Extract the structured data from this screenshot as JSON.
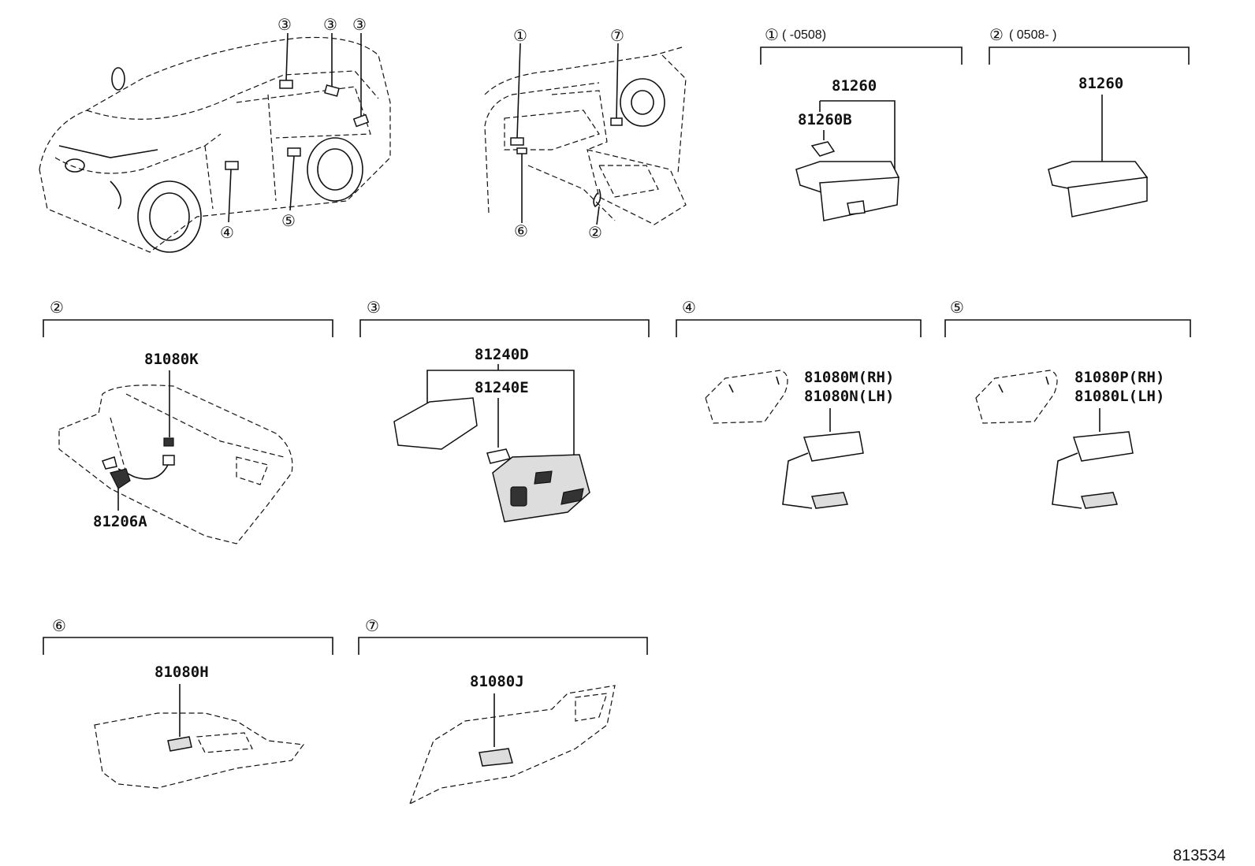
{
  "callouts": {
    "c1": "①",
    "c2": "②",
    "c3": "③",
    "c4": "④",
    "c5": "⑤",
    "c6": "⑥",
    "c7": "⑦"
  },
  "groups": {
    "g1": {
      "marker": "①",
      "range": "(        -0508)"
    },
    "g2": {
      "marker": "②",
      "range": "( 0508-        )"
    },
    "g3": {
      "marker": "②"
    },
    "g4": {
      "marker": "③"
    },
    "g5": {
      "marker": "④"
    },
    "g6": {
      "marker": "⑤"
    },
    "g7": {
      "marker": "⑥"
    },
    "g8": {
      "marker": "⑦"
    }
  },
  "parts": {
    "p81260a": "81260",
    "p81260b": "81260B",
    "p81260c": "81260",
    "p81080k": "81080K",
    "p81206a": "81206A",
    "p81240d": "81240D",
    "p81240e": "81240E",
    "p81080m": "81080M(RH)",
    "p81080n": "81080N(LH)",
    "p81080p": "81080P(RH)",
    "p81080l": "81080L(LH)",
    "p81080h": "81080H",
    "p81080j": "81080J"
  },
  "diagram_id": "813534"
}
